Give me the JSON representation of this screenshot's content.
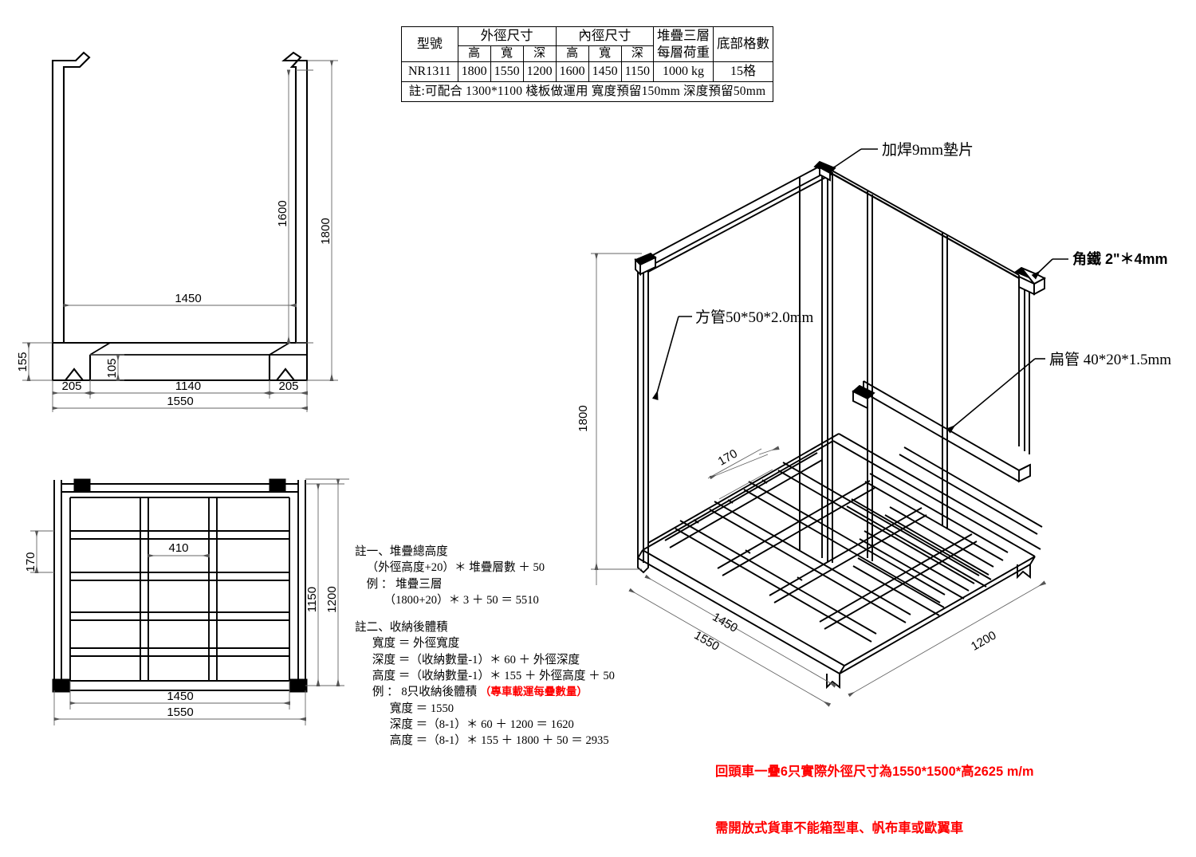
{
  "drawing": {
    "title": "NR1311 stacking rack technical drawing"
  },
  "spec_table": {
    "headers": {
      "model": "型號",
      "outer": "外徑尺寸",
      "inner": "內徑尺寸",
      "load": "堆疊三層\n每層荷重",
      "cells": "底部格數",
      "h": "高",
      "w": "寬",
      "d": "深"
    },
    "row": {
      "model": "NR1311",
      "outer_h": "1800",
      "outer_w": "1550",
      "outer_d": "1200",
      "inner_h": "1600",
      "inner_w": "1450",
      "inner_d": "1150",
      "load": "1000  kg",
      "cells": "15格"
    },
    "footnote": "註:可配合 1300*1100 棧板做運用  寬度預留150mm 深度預留50mm"
  },
  "front_view": {
    "dims": {
      "inner_height": "1600",
      "outer_height": "1800",
      "inner_width": "1450",
      "foot_height": "155",
      "notch_height": "105",
      "foot_left": "205",
      "foot_right": "205",
      "middle_span": "1140",
      "outer_width": "1550"
    }
  },
  "plan_view": {
    "dims": {
      "row_pitch": "170",
      "cell_width": "410",
      "inner_depth": "1150",
      "outer_depth": "1200",
      "inner_width": "1450",
      "outer_width": "1550"
    },
    "grid": {
      "rows": 5,
      "cols": 3
    }
  },
  "iso_view": {
    "labels": {
      "washer": "加焊9mm墊片",
      "angle_iron": "角鐵 2\"＊4mm",
      "square_tube": "方管50*50*2.0mm",
      "flat_tube": "扁管 40*20*1.5mm"
    },
    "dims": {
      "height": "1800",
      "beam_spacing": "170",
      "inner_width": "1450",
      "outer_width": "1550",
      "depth": "1200"
    }
  },
  "notes": {
    "note1_title": "註一、堆疊總高度",
    "note1_l1": "    （外徑高度+20）＊ 堆疊層數 ＋ 50",
    "note1_l2": "    例 ： 堆疊三層",
    "note1_l3": "          （1800+20）＊ 3 ＋ 50 ＝ 5510",
    "note2_title": "註二、收納後體積",
    "note2_l1": "      寬度 ＝ 外徑寬度",
    "note2_l2": "      深度 ＝（收納數量-1）＊ 60 ＋ 外徑深度",
    "note2_l3": "      高度 ＝（收納數量-1）＊ 155 ＋ 外徑高度 ＋ 50",
    "note2_l4_a": "      例 ： 8只收納後體積 ",
    "note2_l4_red": "（專車載運每疊數量）",
    "note2_l5": "            寬度 ＝ 1550",
    "note2_l6": "            深度 ＝（8-1）＊ 60 ＋ 1200 ＝ 1620",
    "note2_l7": "            高度 ＝（8-1）＊ 155 ＋ 1800 ＋ 50 ＝ 2935"
  },
  "warning": {
    "line1": "回頭車一疊6只實際外徑尺寸為1550*1500*高2625 m/m",
    "line2": "需開放式貨車不能箱型車、帆布車或歐翼車",
    "color": "#ff0000"
  }
}
